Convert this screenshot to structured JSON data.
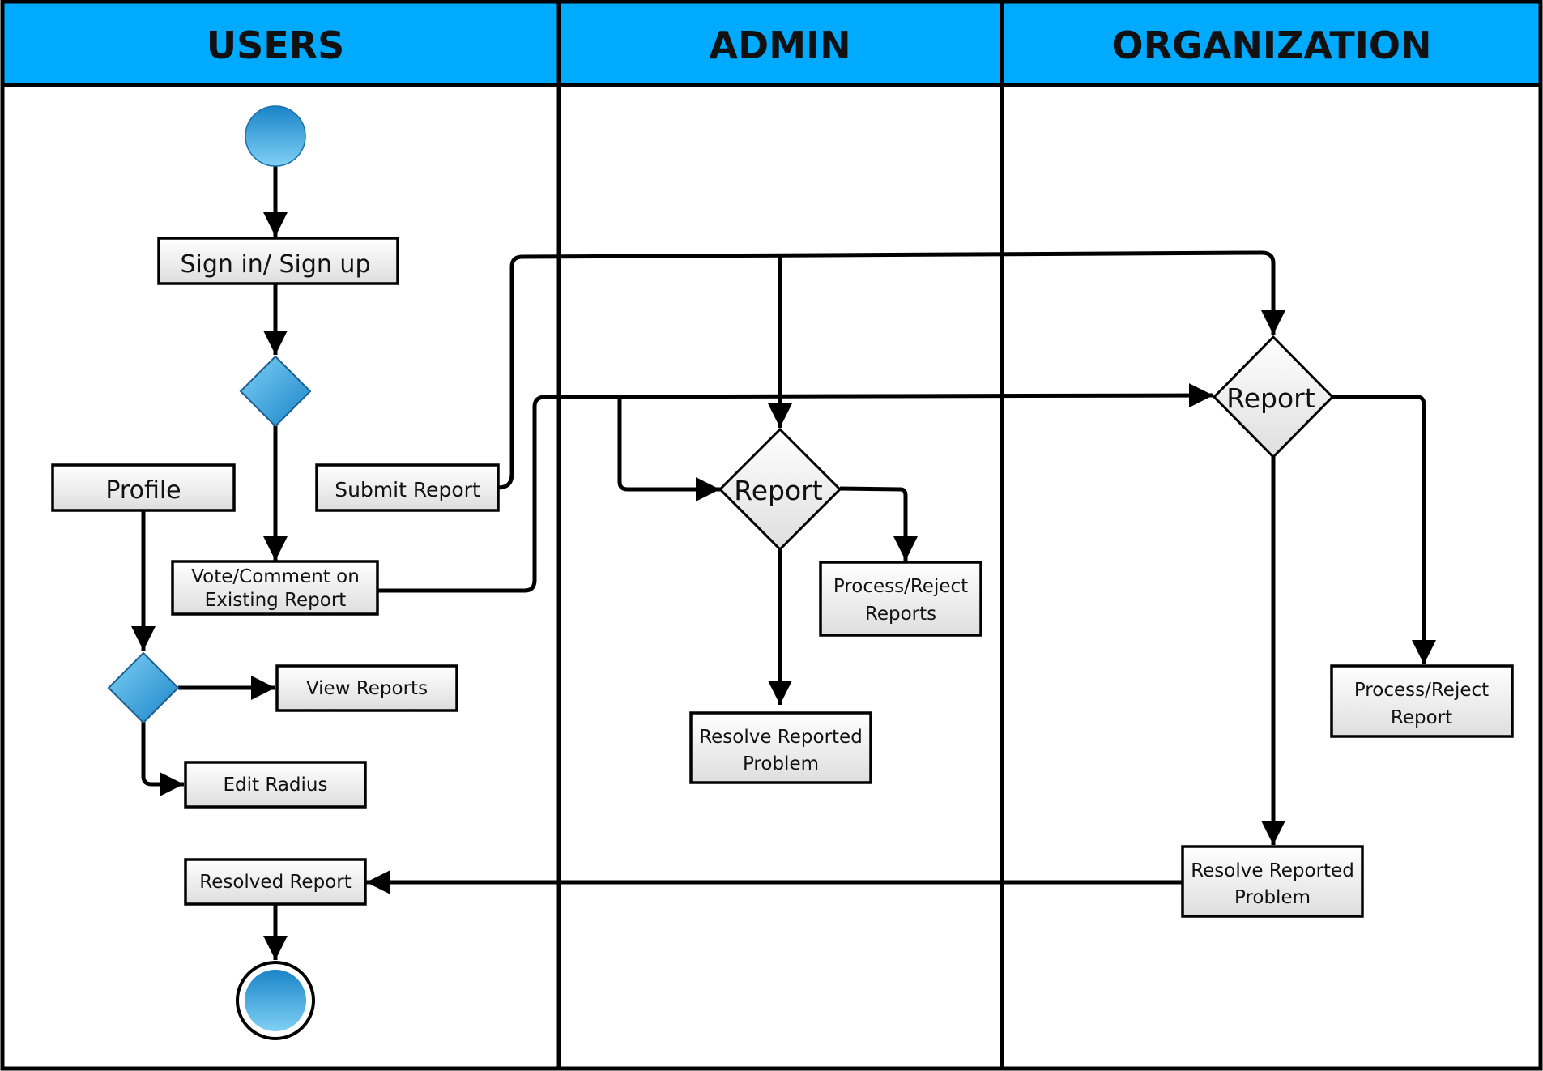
{
  "colors": {
    "header_fill": "#00aaff",
    "node_fill_top": "#ffffff",
    "node_fill_bottom": "#dedede",
    "accent_top": "#7fd0f5",
    "accent_bottom": "#1a84c8",
    "line": "#000000"
  },
  "lanes": {
    "users": "USERS",
    "admin": "ADMIN",
    "organization": "ORGANIZATION"
  },
  "nodes": {
    "sign_in": "Sign in/ Sign up",
    "profile": "Profile",
    "submit_report": "Submit Report",
    "vote_comment": [
      "Vote/Comment on",
      "Existing Report"
    ],
    "view_reports": "View Reports",
    "edit_radius": "Edit Radius",
    "resolved_report": "Resolved Report",
    "admin_decision": "Report",
    "admin_process_reject": [
      "Process/Reject",
      "Reports"
    ],
    "admin_resolve": [
      "Resolve Reported",
      "Problem"
    ],
    "org_decision": "Report",
    "org_process_reject": [
      "Process/Reject",
      "Report"
    ],
    "org_resolve": [
      "Resolve Reported",
      "Problem"
    ]
  }
}
